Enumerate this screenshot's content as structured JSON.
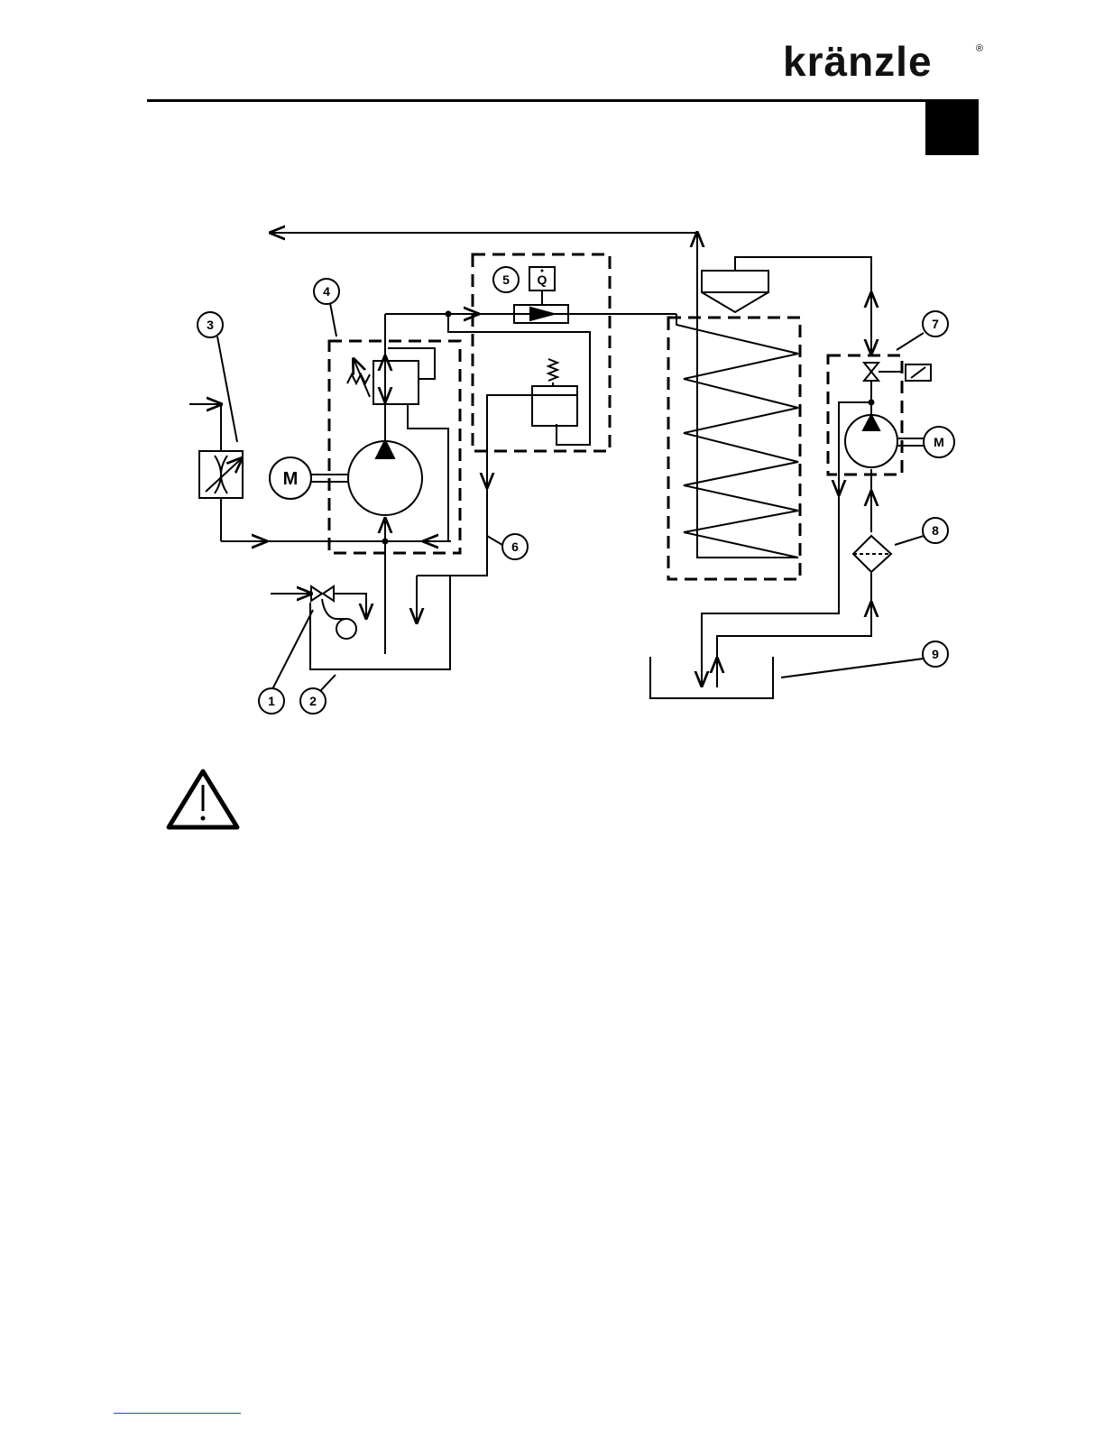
{
  "brand": {
    "name": "kränzle",
    "registered": "®"
  },
  "diagram": {
    "callouts": [
      "1",
      "2",
      "3",
      "4",
      "5",
      "6",
      "7",
      "8",
      "9"
    ],
    "motor_label": "M",
    "flow_sensor_label": "Q",
    "icons": [
      "warning-icon"
    ],
    "colors": {
      "ink": "#000000",
      "footer_link": "#2b3fd6"
    }
  }
}
